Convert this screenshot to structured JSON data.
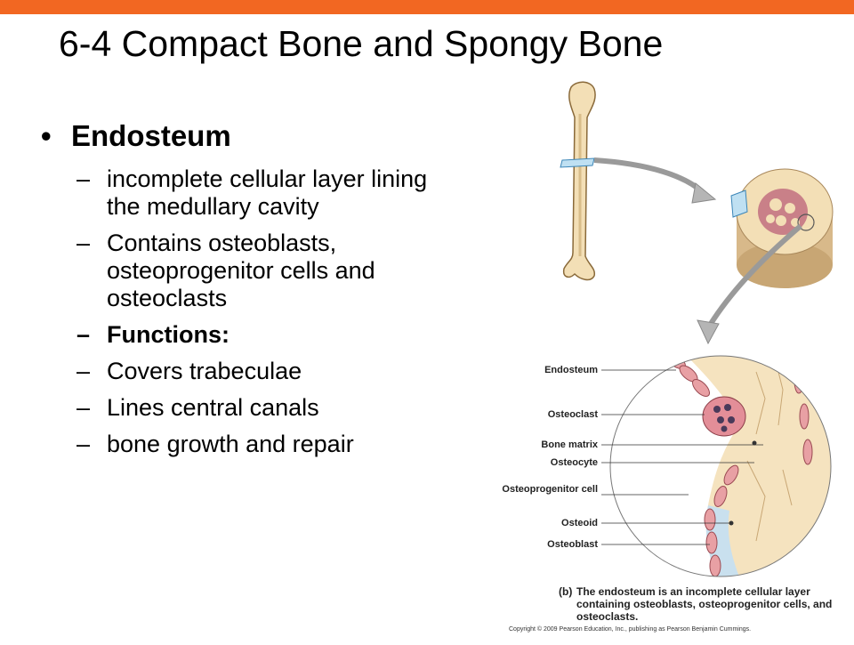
{
  "slide": {
    "title": "6-4 Compact Bone and Spongy Bone",
    "bullet": "Endosteum",
    "bullet_marker": "•",
    "dash": "–",
    "subitems": [
      "incomplete cellular layer lining the medullary cavity",
      "Contains osteoblasts, osteoprogenitor cells and osteoclasts",
      "Functions:",
      "Covers trabeculae",
      "Lines central canals",
      "bone growth and repair"
    ]
  },
  "figure": {
    "labels": [
      "Endosteum",
      "Osteoclast",
      "Bone matrix",
      "Osteocyte",
      "Osteoprogenitor cell",
      "Osteoid",
      "Osteoblast"
    ],
    "caption_prefix": "(b)",
    "caption": "The endosteum is an incomplete cellular layer containing osteoblasts, osteoprogenitor cells, and osteoclasts.",
    "copyright": "Copyright © 2009 Pearson Education, Inc., publishing as Pearson Benjamin Cummings."
  },
  "colors": {
    "accent": "#f26722",
    "bone": "#f3dfb6",
    "cell": "#e8a0a4",
    "osteoid": "#c9e0ee"
  }
}
